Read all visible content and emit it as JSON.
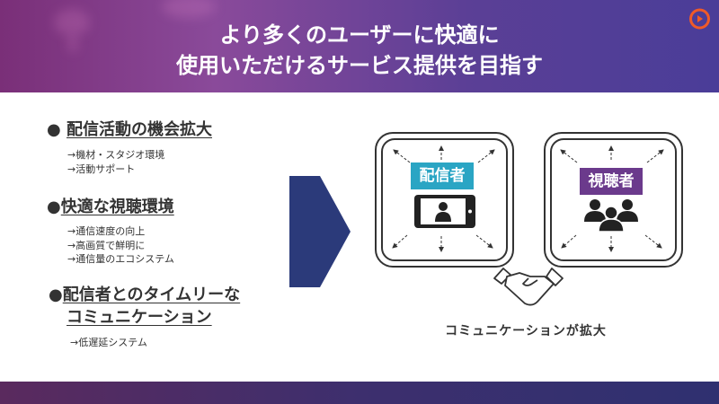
{
  "header": {
    "title_line1": "より多くのユーザーに快適に",
    "title_line2": "使用いただけるサービス提供を目指す"
  },
  "sections": [
    {
      "heading": "配信活動の機会拡大",
      "items": [
        "→機材・スタジオ環境",
        "→活動サポート"
      ]
    },
    {
      "heading": "快適な視聴環境",
      "items": [
        "→通信速度の向上",
        "→高画質で鮮明に",
        "→通信量のエコシステム"
      ]
    },
    {
      "heading_line1": "配信者とのタイムリーな",
      "heading_line2": "コミュニケーション",
      "items": [
        "→低遅延システム"
      ]
    }
  ],
  "bullet": "●",
  "diagram": {
    "streamer_label": "配信者",
    "viewer_label": "視聴者",
    "caption": "コミュニケーションが拡大"
  },
  "colors": {
    "streamer": "#2aa5c4",
    "viewer": "#6b3a8c",
    "arrow": "#2b3a7a"
  }
}
